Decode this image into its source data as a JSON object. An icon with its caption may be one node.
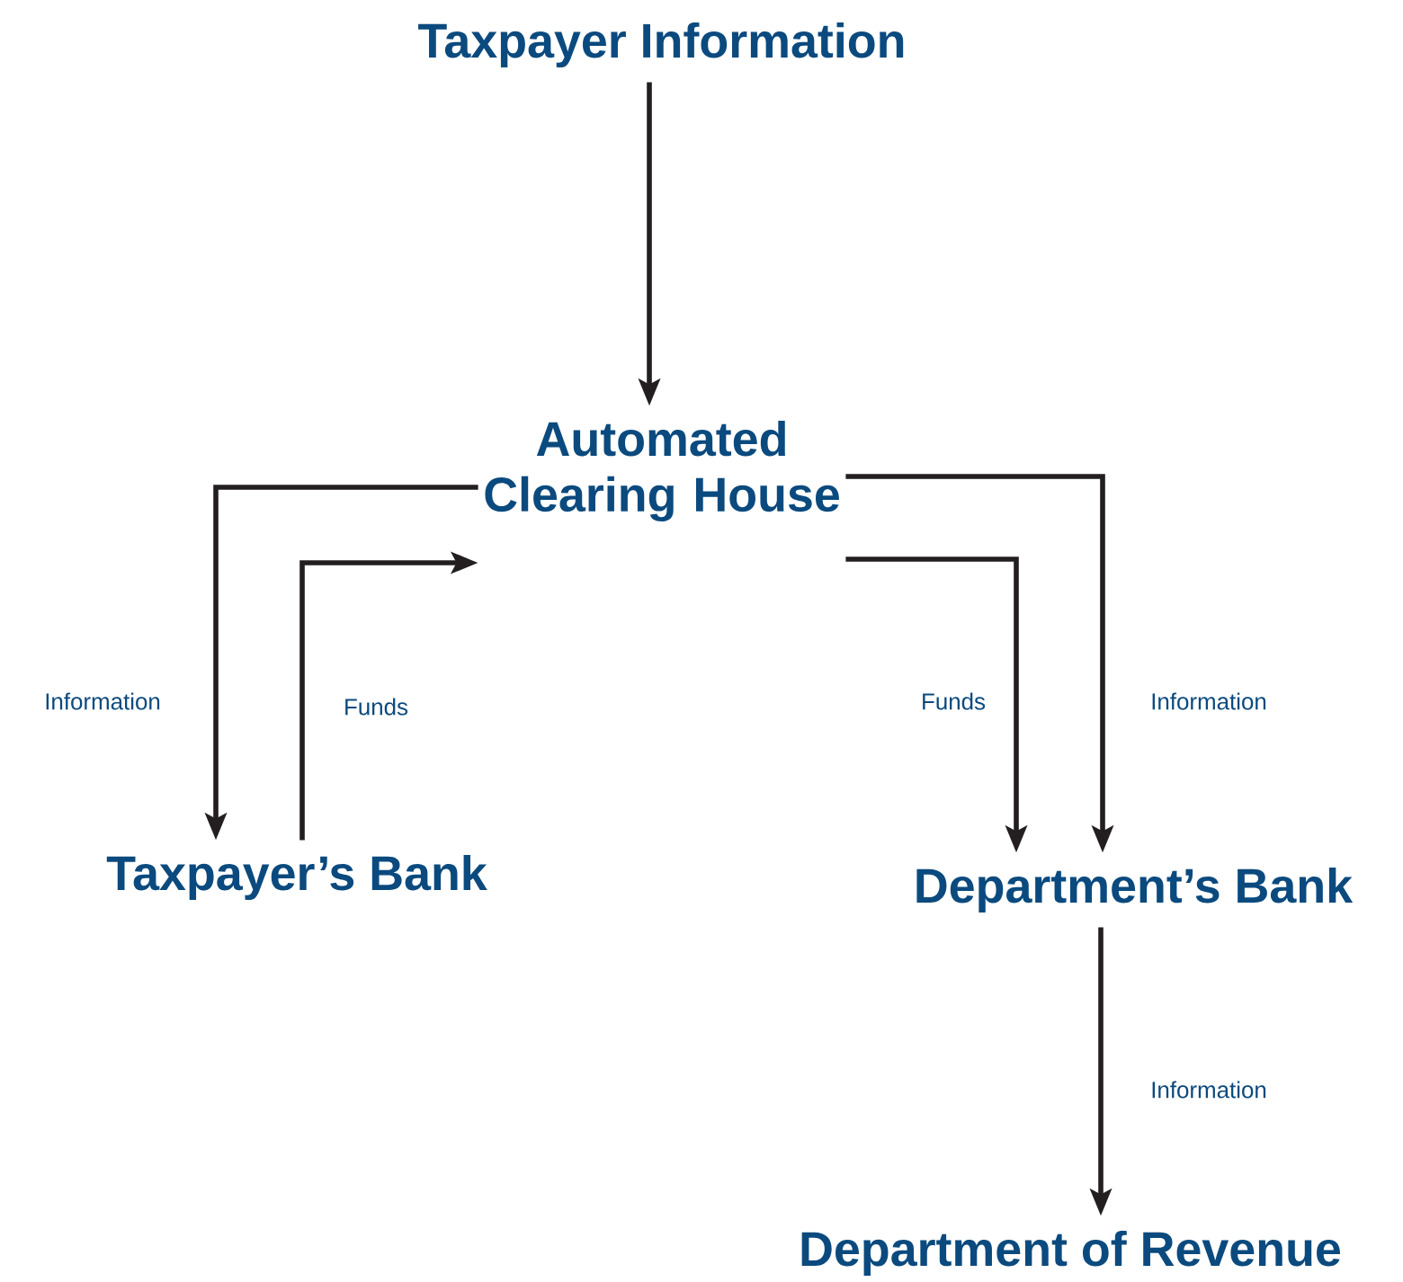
{
  "diagram": {
    "nodes": [
      {
        "text": [
          "Taxpayer Information"
        ]
      },
      {
        "text": [
          "Automated Clearing House"
        ]
      },
      {
        "text": [
          "Taxpayer’s Bank"
        ]
      },
      {
        "text": [
          "Department’s Bank"
        ]
      },
      {
        "text": [
          "Department of Revenue"
        ]
      }
    ],
    "edges": [
      {
        "from": 0,
        "to": 1,
        "arrow": "to"
      },
      {
        "from": 1,
        "to": 2,
        "arrow": "to",
        "label": "Information"
      },
      {
        "from": 2,
        "to": 1,
        "arrow": "to",
        "label": "Funds"
      },
      {
        "from": 1,
        "to": 3,
        "arrow": "to",
        "label": "Funds"
      },
      {
        "from": 1,
        "to": 3,
        "arrow": "to",
        "label": "Information"
      },
      {
        "from": 3,
        "to": 4,
        "arrow": "to",
        "label": "Information"
      }
    ]
  }
}
